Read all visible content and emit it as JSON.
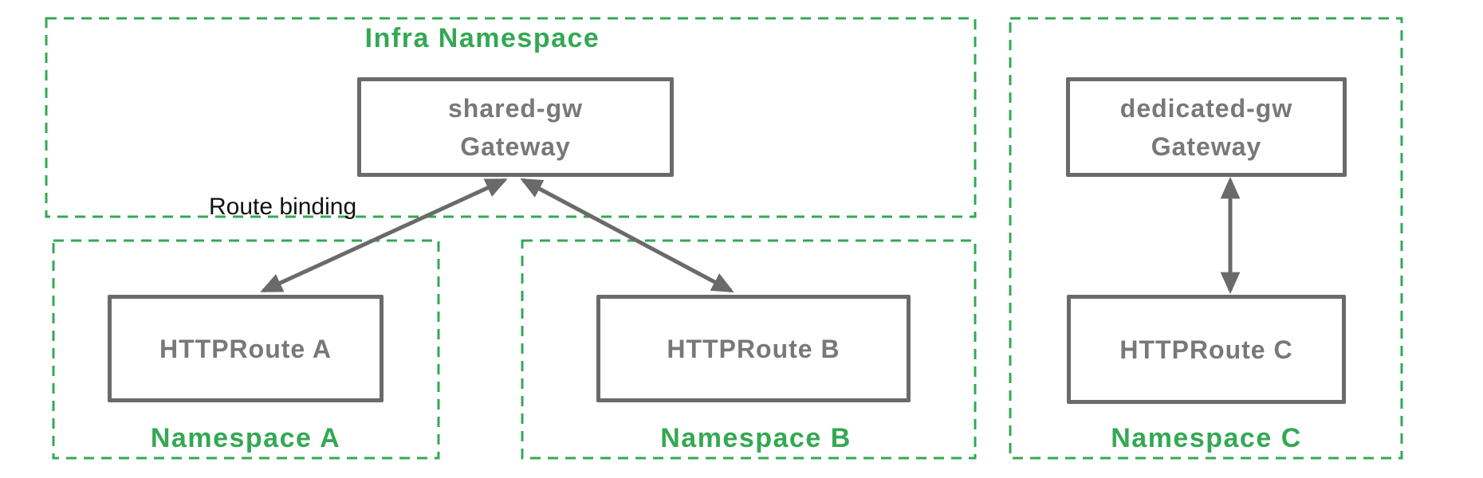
{
  "diagram_type": "kubernetes-gateway-route-binding",
  "colors": {
    "green": "#34a853",
    "grayBorder": "#6a6a6a",
    "grayText": "#787878",
    "black": "#111111",
    "background": "#ffffff"
  },
  "namespaces": {
    "infra": {
      "label": "Infra Namespace"
    },
    "a": {
      "label": "Namespace A"
    },
    "b": {
      "label": "Namespace B"
    },
    "c": {
      "label": "Namespace C"
    }
  },
  "nodes": {
    "shared_gw": {
      "line1": "shared-gw",
      "line2": "Gateway"
    },
    "dedicated_gw": {
      "line1": "dedicated-gw",
      "line2": "Gateway"
    },
    "route_a": {
      "label": "HTTPRoute A"
    },
    "route_b": {
      "label": "HTTPRoute B"
    },
    "route_c": {
      "label": "HTTPRoute C"
    }
  },
  "annotations": {
    "route_binding": "Route binding"
  },
  "edges": [
    {
      "from": "HTTPRoute A",
      "to": "shared-gw Gateway",
      "style": "double-arrow",
      "meaning": "Route binding"
    },
    {
      "from": "HTTPRoute B",
      "to": "shared-gw Gateway",
      "style": "double-arrow",
      "meaning": "Route binding"
    },
    {
      "from": "HTTPRoute C",
      "to": "dedicated-gw Gateway",
      "style": "double-arrow",
      "meaning": "Route binding"
    }
  ]
}
